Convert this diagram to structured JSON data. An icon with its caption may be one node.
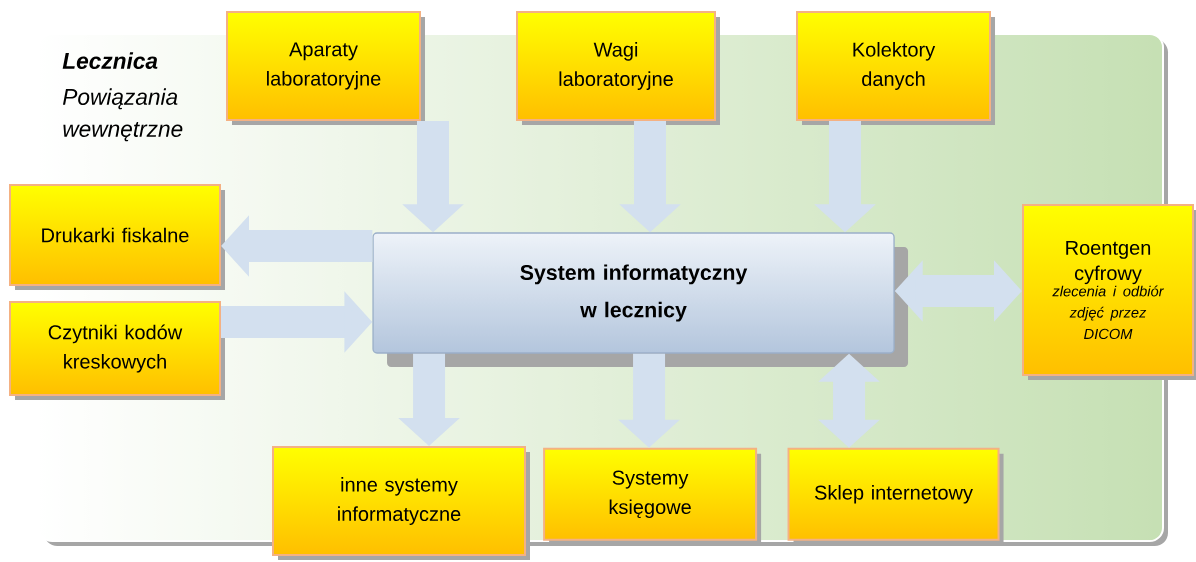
{
  "diagram": {
    "nodes": [
      {
        "text": [
          "Lecznica",
          "Powiązania wewnętrzne"
        ]
      },
      {
        "text": [
          "Aparaty laboratoryjne"
        ]
      },
      {
        "text": [
          "Wagi laboratoryjne"
        ]
      },
      {
        "text": [
          "Kolektory danych"
        ]
      },
      {
        "text": [
          "Drukarki fiskalne"
        ]
      },
      {
        "text": [
          "Czytniki kodów kreskowych"
        ]
      },
      {
        "text": [
          "System informatyczny w lecznicy"
        ],
        "in": 0
      },
      {
        "text": [
          "Roentgen cyfrowy",
          "zlecenia i odbiór zdjęć przez DICOM"
        ]
      },
      {
        "text": [
          "inne systemy informatyczne"
        ]
      },
      {
        "text": [
          "Systemy księgowe"
        ],
        "in": 0
      },
      {
        "text": [
          "Sklep internetowy"
        ],
        "in": 0
      }
    ],
    "edges": [
      {
        "from": 1,
        "to": 6,
        "arrow": "to"
      },
      {
        "from": 2,
        "to": 6,
        "arrow": "to"
      },
      {
        "from": 3,
        "to": 6,
        "arrow": "to"
      },
      {
        "from": 6,
        "to": 4,
        "arrow": "to"
      },
      {
        "from": 5,
        "to": 6,
        "arrow": "to"
      },
      {
        "from": 6,
        "to": 7,
        "arrow": "both"
      },
      {
        "from": 6,
        "to": 8,
        "arrow": "to"
      },
      {
        "from": 6,
        "to": 9,
        "arrow": "to"
      },
      {
        "from": 6,
        "to": 10,
        "arrow": "both"
      }
    ]
  }
}
